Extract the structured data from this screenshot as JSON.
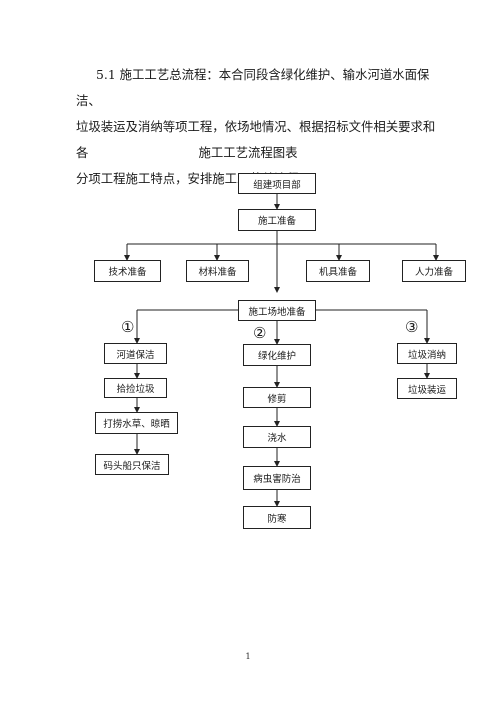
{
  "paragraph": {
    "line1": "5.1 施工工艺总流程：本合同段含绿化维护、输水河道水面保洁、",
    "line2": "垃圾装运及消纳等项工程，依场地情况、根据招标文件相关要求和各",
    "line3": "分项工程施工特点，安排施工工艺总流程。"
  },
  "chart_title": "施工工艺流程图表",
  "flow": {
    "top1": "组建项目部",
    "top2": "施工准备",
    "prep": [
      "技术准备",
      "材料准备",
      "机具准备",
      "人力准备"
    ],
    "site": "施工场地准备",
    "markers": [
      "①",
      "②",
      "③"
    ],
    "col1": [
      "河道保洁",
      "拾捡垃圾",
      "打捞水草、晾晒",
      "码头船只保洁"
    ],
    "col2": [
      "绿化维护",
      "修剪",
      "浇水",
      "病虫害防治",
      "防寒"
    ],
    "col3": [
      "垃圾消纳",
      "垃圾装运"
    ]
  },
  "page_number": "1"
}
